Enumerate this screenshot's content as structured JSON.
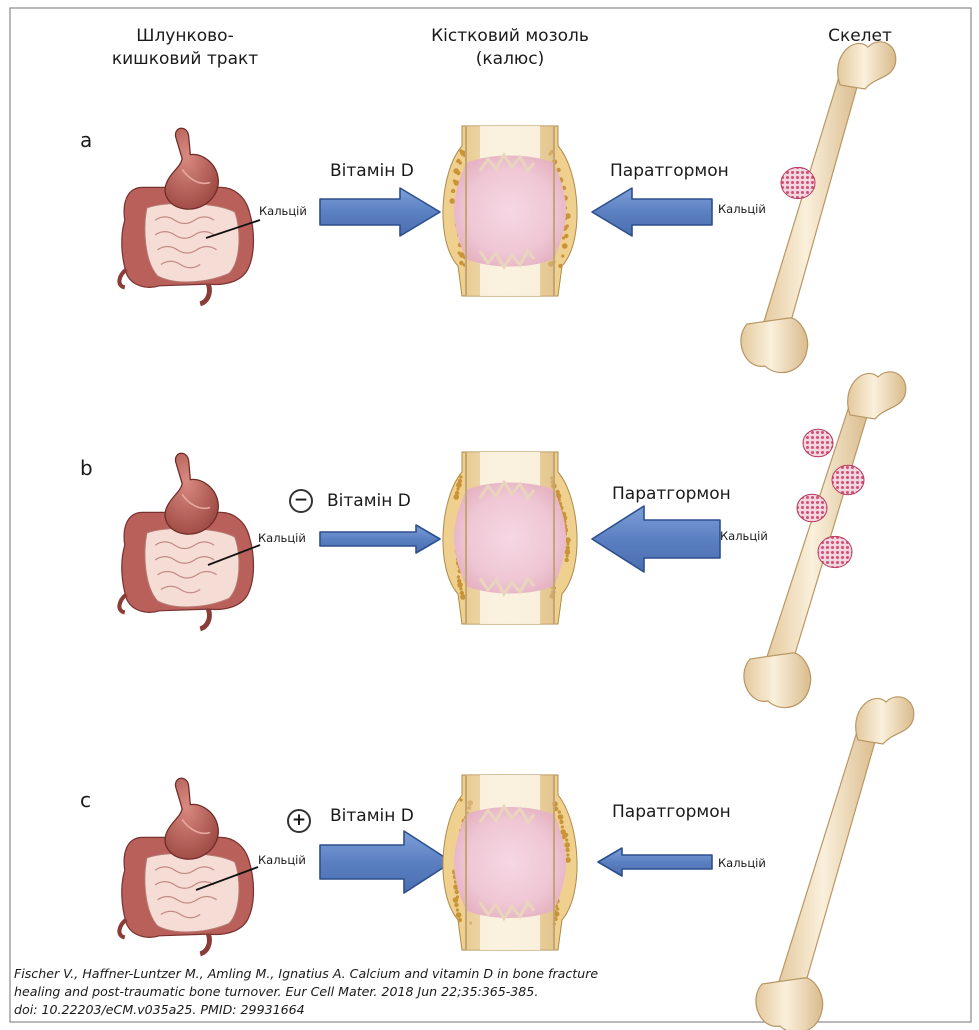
{
  "columns": {
    "gi": "Шлунково-\nкишковий тракт",
    "callus": "Кістковий мозоль\n(калюс)",
    "skeleton": "Скелет"
  },
  "rows": [
    {
      "label": "a",
      "vitamin_label": "Вітамін D",
      "vitamin_sign": "",
      "pth_label": "Паратгормон",
      "gi_calcium": "Кальцій",
      "bone_calcium": "Кальцій"
    },
    {
      "label": "b",
      "vitamin_label": "Вітамін D",
      "vitamin_sign": "−",
      "pth_label": "Паратгормон",
      "gi_calcium": "Кальцій",
      "bone_calcium": "Кальцій"
    },
    {
      "label": "c",
      "vitamin_label": "Вітамін D",
      "vitamin_sign": "+",
      "pth_label": "Паратгормон",
      "gi_calcium": "Кальцій",
      "bone_calcium": "Кальцій"
    }
  ],
  "citation": [
    "Fischer V., Haffner-Luntzer M., Amling M., Ignatius A. Calcium and vitamin D in bone fracture",
    "healing and post-traumatic bone turnover. Eur Cell Mater. 2018 Jun 22;35:365-385.",
    "doi: 10.22203/eCM.v035a25. PMID: 29931664"
  ],
  "colors": {
    "arrow_fill": "#5b80c2",
    "arrow_stroke": "#2d4f8e",
    "frame": "#888888",
    "bone": "#f1dfbf",
    "callus_center": "#f2c8d6",
    "resorption": "#d8577a"
  }
}
